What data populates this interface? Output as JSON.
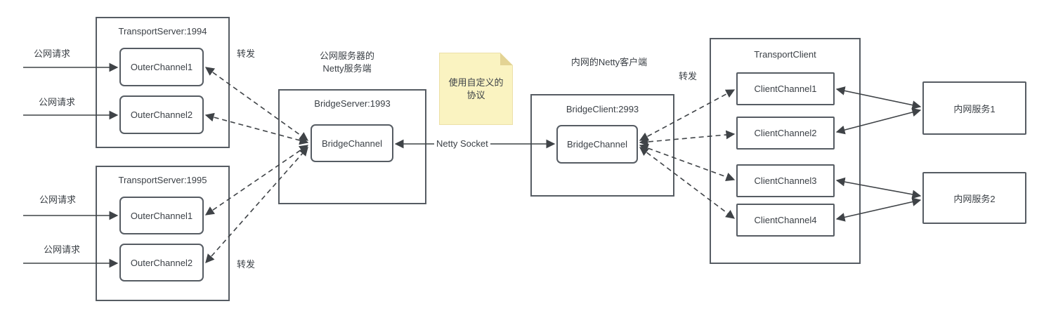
{
  "diagram": {
    "colors": {
      "line": "#3f4347",
      "box_border": "#565c63",
      "text": "#3b4046",
      "note_fill": "#faf3c1",
      "note_fold": "#e3d394"
    },
    "labels": {
      "public_requests": [
        "公网请求",
        "公网请求",
        "公网请求",
        "公网请求"
      ],
      "forward_top_left": "转发",
      "forward_bottom_left": "转发",
      "forward_right": "转发",
      "netty_socket": "Netty Socket",
      "server_caption_line1": "公网服务器的",
      "server_caption_line2": "Netty服务端",
      "client_caption": "内网的Netty客户端",
      "note_line1": "使用自定义的",
      "note_line2": "协议"
    },
    "nodes": {
      "transport_server_1": {
        "title": "TransportServer:1994",
        "channels": [
          "OuterChannel1",
          "OuterChannel2"
        ]
      },
      "transport_server_2": {
        "title": "TransportServer:1995",
        "channels": [
          "OuterChannel1",
          "OuterChannel2"
        ]
      },
      "bridge_server": {
        "title": "BridgeServer:1993",
        "channel": "BridgeChannel"
      },
      "bridge_client": {
        "title": "BridgeClient:2993",
        "channel": "BridgeChannel"
      },
      "transport_client": {
        "title": "TransportClient",
        "channels": [
          "ClientChannel1",
          "ClientChannel2",
          "ClientChannel3",
          "ClientChannel4"
        ]
      },
      "service_1": {
        "title": "内网服务1"
      },
      "service_2": {
        "title": "内网服务2"
      }
    }
  }
}
